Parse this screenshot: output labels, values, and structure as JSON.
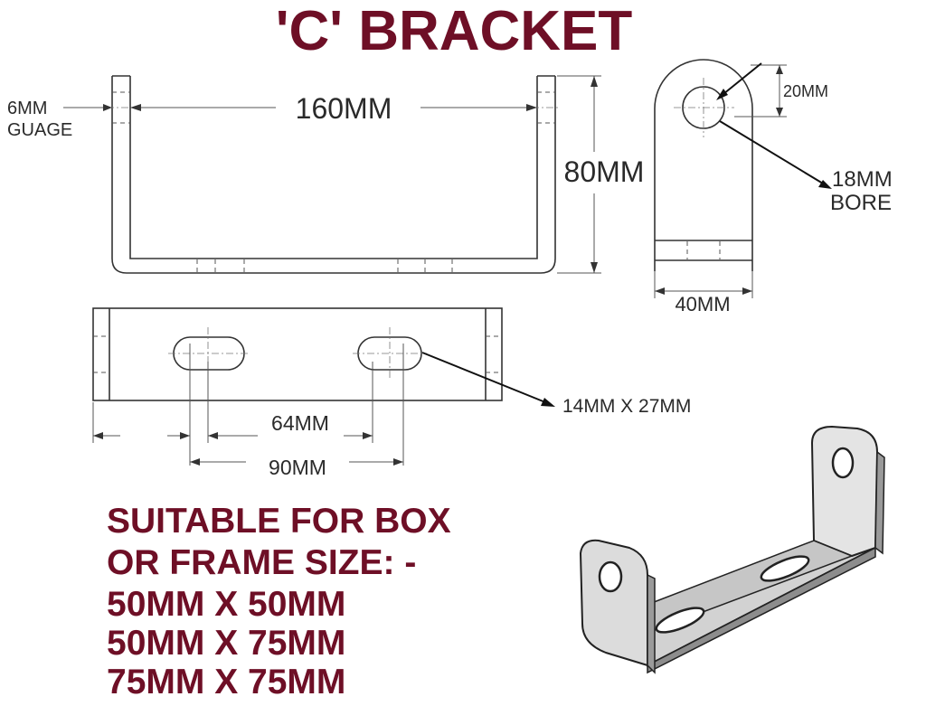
{
  "title": "'C' BRACKET",
  "dimensions": {
    "gauge_line1": "6MM",
    "gauge_line2": "GUAGE",
    "width": "160MM",
    "height": "80MM",
    "hole_offset": "20MM",
    "bore_line1": "18MM",
    "bore_line2": "BORE",
    "side_width": "40MM",
    "slot_size": "14MM X 27MM",
    "slot_inner": "64MM",
    "slot_outer": "90MM"
  },
  "suitability": {
    "line1": "SUITABLE FOR BOX",
    "line2": "OR FRAME SIZE: -",
    "sizes": [
      "50MM X 50MM",
      "50MM X 75MM",
      "75MM X 75MM"
    ]
  },
  "colors": {
    "title": "#6e0f26",
    "metal_light": "#d9d9d9",
    "metal_dark": "#9a9a9a"
  }
}
